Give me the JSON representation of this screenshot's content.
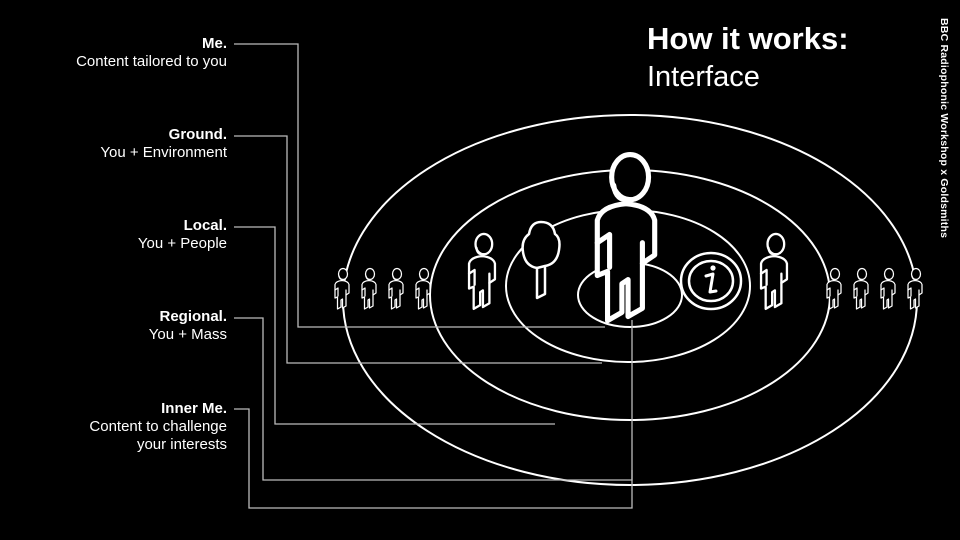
{
  "title": {
    "bold": "How it works:",
    "light": "Interface"
  },
  "credit": "BBC Radiophonic Workshop x Goldsmiths",
  "layers": [
    {
      "name": "Me.",
      "desc": "Content tailored to you"
    },
    {
      "name": "Ground.",
      "desc": "You + Environment"
    },
    {
      "name": "Local.",
      "desc": "You + People"
    },
    {
      "name": "Regional.",
      "desc": "You + Mass"
    },
    {
      "name": "Inner Me.",
      "desc": "Content to challenge your interests"
    }
  ],
  "icons": [
    "person-icon",
    "tree-icon",
    "info-icon"
  ],
  "colors": {
    "background": "#000000",
    "foreground": "#ffffff",
    "connector": "#bbbbbb"
  }
}
